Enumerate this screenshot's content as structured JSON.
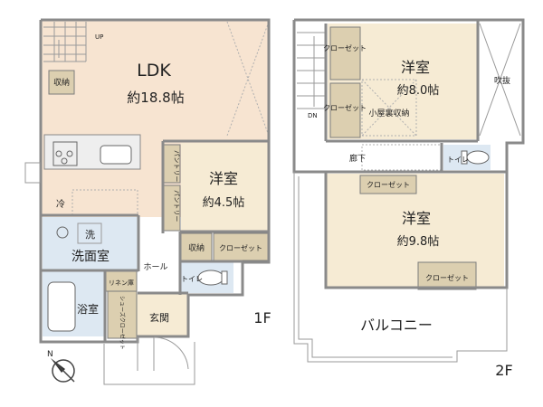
{
  "floor1": {
    "label": "1F",
    "ldk": {
      "name": "LDK",
      "size": "約18.8帖"
    },
    "western": {
      "name": "洋室",
      "size": "約4.5帖"
    },
    "storage_top": "収納",
    "pantry1": "パントリー",
    "pantry2": "パントリー",
    "fridge": "冷",
    "washroom": "洗面室",
    "washer": "洗",
    "bath": "浴室",
    "linen": "リネン庫",
    "shoes": "シューズクローゼット",
    "entrance": "玄関",
    "hall": "ホール",
    "storage2": "収納",
    "closet": "クローゼット",
    "toilet": "トイレ",
    "up": "UP"
  },
  "floor2": {
    "label": "2F",
    "room1": {
      "name": "洋室",
      "size": "約8.0帖"
    },
    "room2": {
      "name": "洋室",
      "size": "約9.8帖"
    },
    "closet_a": "クローゼット",
    "closet_b": "クローゼット",
    "attic": "小屋裏収納",
    "fukinuke": "吹抜",
    "corridor": "廊下",
    "toilet": "トイレ",
    "closet_c": "クローゼット",
    "closet_d": "クローゼット",
    "balcony": "バルコニー",
    "dn": "DN"
  },
  "compass": {
    "north": "N"
  },
  "colors": {
    "ldk": "#f7e4d1",
    "room": "#f6ebd4",
    "closet": "#dccfb0",
    "wet": "#dde8f2",
    "wall": "#8a8a8a"
  }
}
